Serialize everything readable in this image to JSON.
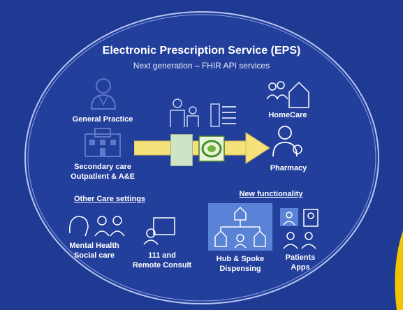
{
  "title": "Electronic Prescription Service (EPS)",
  "subtitle": "Next generation – FHIR API services",
  "nodes": {
    "general_practice": "General Practice",
    "secondary_care_line1": "Secondary care",
    "secondary_care_line2": "Outpatient & A&E",
    "homecare": "HomeCare",
    "pharmacy": "Pharmacy",
    "mental_health_line1": "Mental Health",
    "mental_health_line2": "Social care",
    "remote_line1": "111 and",
    "remote_line2": "Remote Consult",
    "hub_line1": "Hub & Spoke",
    "hub_line2": "Dispensing",
    "patients_line1": "Patients",
    "patients_line2": "Apps"
  },
  "sections": {
    "other_care": "Other Care settings",
    "new_functionality": "New functionality"
  },
  "icons": [
    "doctor-icon",
    "hospital-icon",
    "family-icon",
    "pharmacist-icon",
    "homecare-icon",
    "brain-icon",
    "remote-consult-icon",
    "hub-spoke-icon",
    "patient-app-icon",
    "prescription-icon",
    "eps-logo-icon"
  ],
  "colors": {
    "background": "#1f3a93",
    "arrow": "#f6e27a",
    "icon_outline": "#5d78c4",
    "hub_box": "#5a82d6",
    "accent": "#f5c400"
  }
}
